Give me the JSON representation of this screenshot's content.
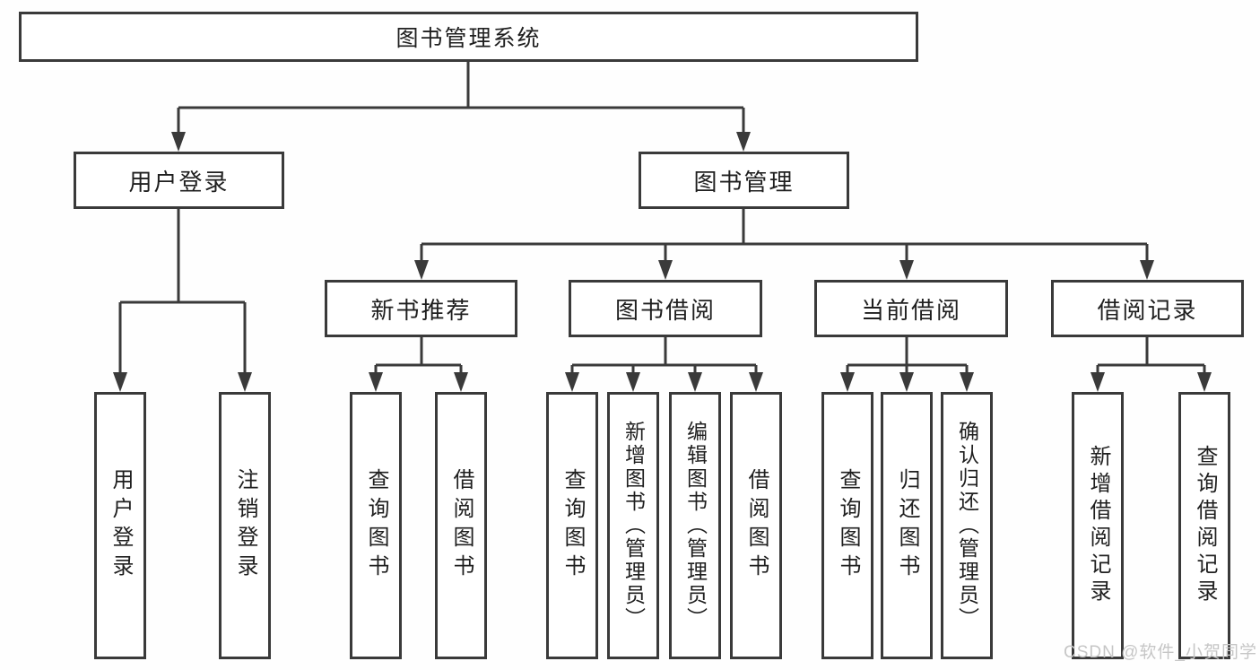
{
  "page": {
    "background": "#fefefe",
    "line_color": "#3a3a3a",
    "box_border_color": "#3a3a3a",
    "text_color": "#1f1f1f",
    "watermark_color": "#c6c6c6"
  },
  "watermark": "CSDN @软件_小贺同学",
  "diagram": {
    "type": "hierarchy-tree",
    "root": {
      "label": "图书管理系统",
      "children": [
        {
          "label": "用户登录",
          "children": [
            {
              "label": "用户登录"
            },
            {
              "label": "注销登录"
            }
          ]
        },
        {
          "label": "图书管理",
          "children": [
            {
              "label": "新书推荐",
              "children": [
                {
                  "label": "查询图书"
                },
                {
                  "label": "借阅图书"
                }
              ]
            },
            {
              "label": "图书借阅",
              "children": [
                {
                  "label": "查询图书"
                },
                {
                  "label": "新增图书（管理员）"
                },
                {
                  "label": "编辑图书（管理员）"
                },
                {
                  "label": "借阅图书"
                }
              ]
            },
            {
              "label": "当前借阅",
              "children": [
                {
                  "label": "查询图书"
                },
                {
                  "label": "归还图书"
                },
                {
                  "label": "确认归还（管理员）"
                }
              ]
            },
            {
              "label": "借阅记录",
              "children": [
                {
                  "label": "新增借阅记录"
                },
                {
                  "label": "查询借阅记录"
                }
              ]
            }
          ]
        }
      ]
    }
  }
}
